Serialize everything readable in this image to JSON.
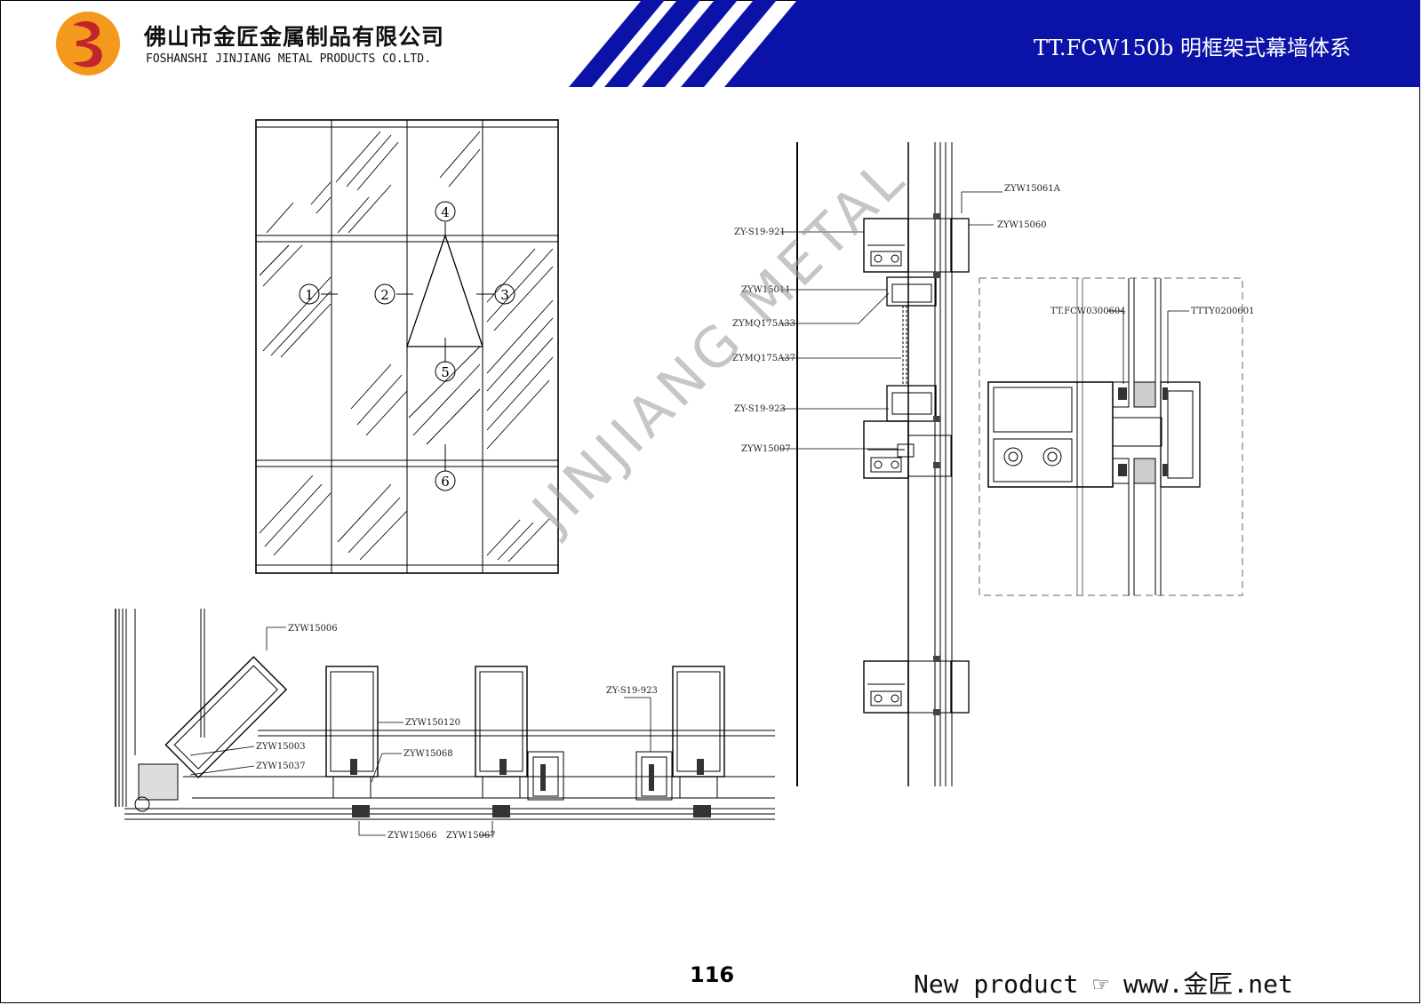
{
  "header": {
    "company_cn": "佛山市金匠金属制品有限公司",
    "company_en": "FOSHANSHI JINJIANG METAL PRODUCTS CO.LTD.",
    "system_title": "TT.FCW150b 明框架式幕墙体系",
    "brand_colors": {
      "banner": "#0a12a8",
      "logo_orange": "#f39a1e",
      "logo_red": "#c0252b"
    }
  },
  "elevation": {
    "markers": [
      "1",
      "2",
      "3",
      "4",
      "5",
      "6"
    ]
  },
  "vertical_section_labels": {
    "zyw15061a": "ZYW15061A",
    "zyw15060": "ZYW15060",
    "zy_s19_921": "ZY-S19-921",
    "zyw15011": "ZYW15011",
    "zymq175a33": "ZYMQ175A33",
    "zymq175a37": "ZYMQ175A37",
    "zy_s19_923": "ZY-S19-923",
    "zyw15007": "ZYW15007"
  },
  "detail_labels": {
    "left": "TT.FCW0300604",
    "right": "TTTY0200601"
  },
  "plan_section_labels": {
    "zyw15006": "ZYW15006",
    "zyw150120": "ZYW150120",
    "zyw15003": "ZYW15003",
    "zyw15037": "ZYW15037",
    "zyw15068": "ZYW15068",
    "zy_s19_923": "ZY-S19-923",
    "zyw15066": "ZYW15066",
    "zyw15067": "ZYW15067"
  },
  "watermark": "JINJIANG METAL",
  "footer": {
    "page_number": "116",
    "link_text": "New product ☞ www.金匠.net"
  }
}
